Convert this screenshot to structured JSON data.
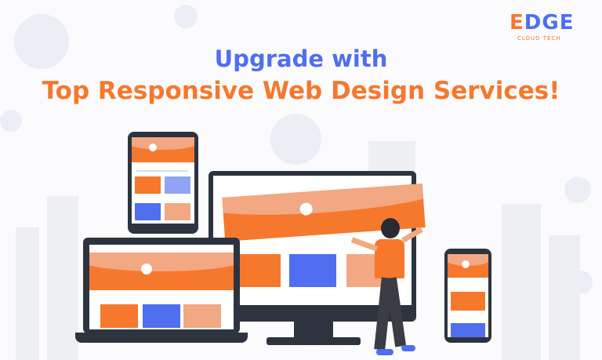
{
  "headline": {
    "line1": "Upgrade with",
    "line2": "Top Responsive Web Design Services!"
  },
  "logo": {
    "main_first": "E",
    "main_rest": "DGE",
    "sub": "CLOUD TECH"
  },
  "colors": {
    "blue": "#4f6ef0",
    "orange": "#f6782c",
    "peach": "#f2a882",
    "device": "#2d3440"
  }
}
